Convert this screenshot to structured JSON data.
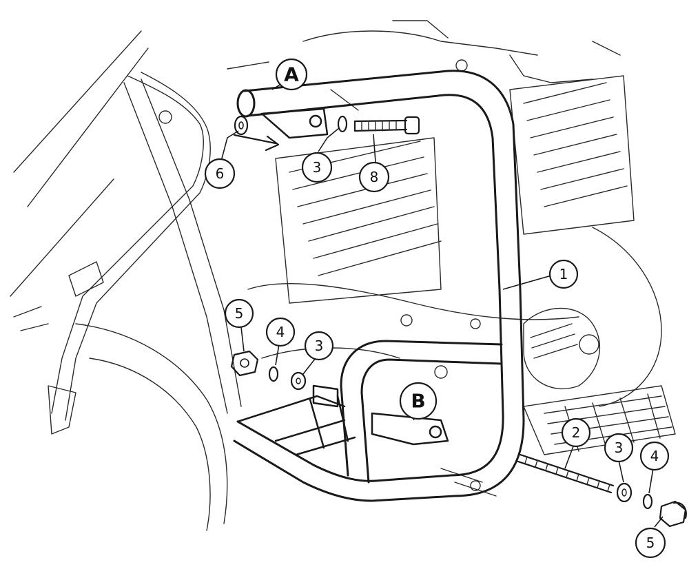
{
  "figure": {
    "colors": {
      "ink": "#1a1a1a",
      "paper": "#ffffff"
    },
    "letter_labels": [
      {
        "id": "A",
        "text": "A"
      },
      {
        "id": "B",
        "text": "B"
      }
    ],
    "part_callouts": [
      {
        "id": "c1",
        "text": "1"
      },
      {
        "id": "c2",
        "text": "2"
      },
      {
        "id": "c3a",
        "text": "3"
      },
      {
        "id": "c3b",
        "text": "3"
      },
      {
        "id": "c3c",
        "text": "3"
      },
      {
        "id": "c4a",
        "text": "4"
      },
      {
        "id": "c4b",
        "text": "4"
      },
      {
        "id": "c5a",
        "text": "5"
      },
      {
        "id": "c5b",
        "text": "5"
      },
      {
        "id": "c6",
        "text": "6"
      },
      {
        "id": "c8",
        "text": "8"
      }
    ]
  }
}
